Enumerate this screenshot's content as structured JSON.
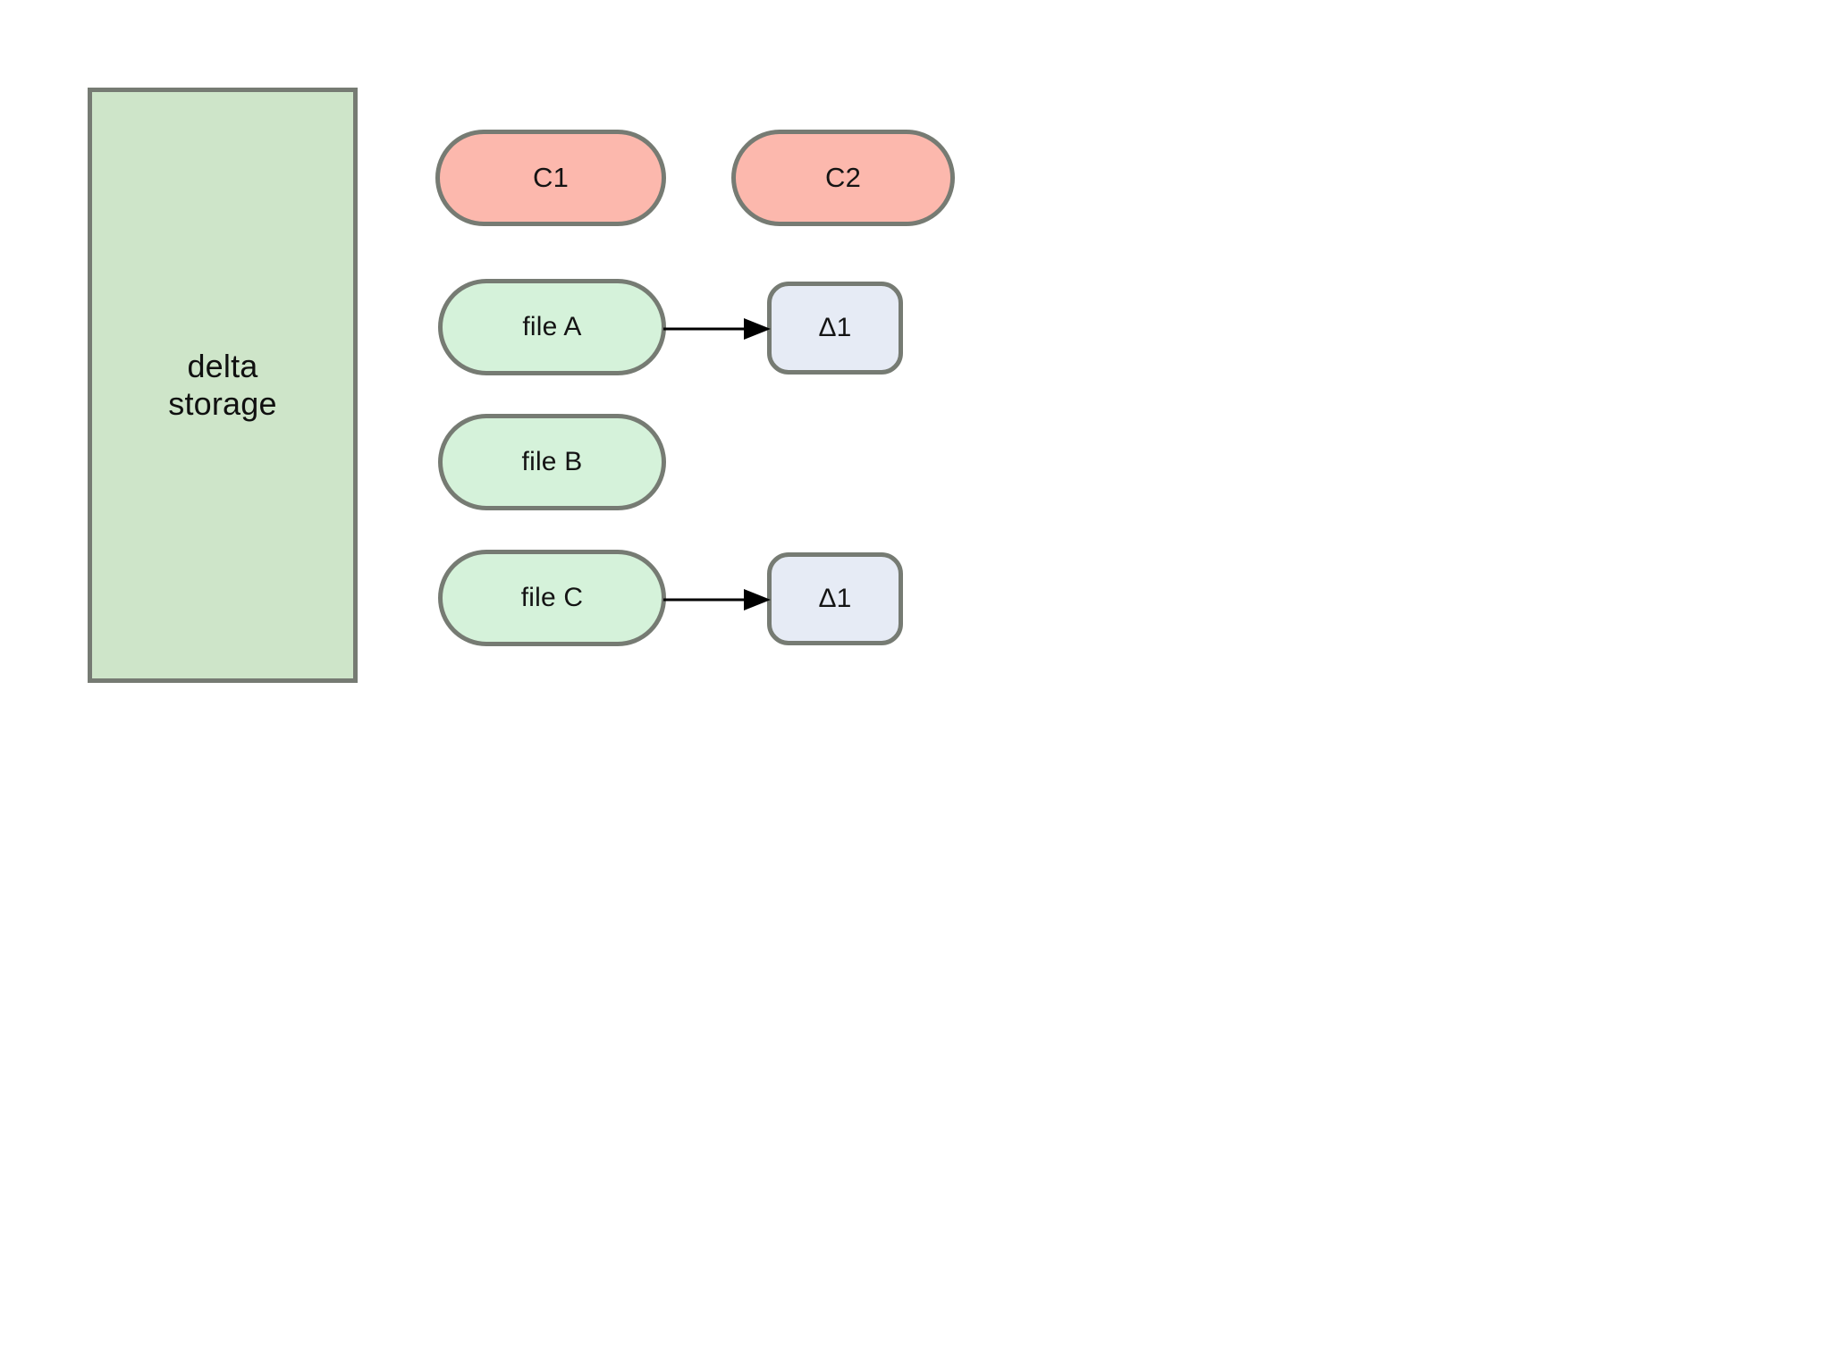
{
  "diagram": {
    "title": "delta storage",
    "background_color": "#ffffff",
    "border_color": "#767b73",
    "storage": {
      "label": "delta\nstorage",
      "fill_color": "#cee5c9"
    },
    "commits": [
      {
        "label": "C1",
        "fill_color": "#fcb8ad"
      },
      {
        "label": "C2",
        "fill_color": "#fcb8ad"
      }
    ],
    "files": [
      {
        "label": "file A",
        "fill_color": "#d5f2da",
        "delta": "Δ1"
      },
      {
        "label": "file B",
        "fill_color": "#d5f2da",
        "delta": null
      },
      {
        "label": "file C",
        "fill_color": "#d5f2da",
        "delta": "Δ1"
      }
    ],
    "deltas": [
      {
        "label": "Δ1",
        "fill_color": "#e6ebf5",
        "source": "file A"
      },
      {
        "label": "Δ1",
        "fill_color": "#e6ebf5",
        "source": "file C"
      }
    ],
    "arrows": [
      {
        "from": "file A",
        "to": "Δ1",
        "style": "solid-triangle"
      },
      {
        "from": "file C",
        "to": "Δ1",
        "style": "solid-triangle"
      }
    ]
  }
}
